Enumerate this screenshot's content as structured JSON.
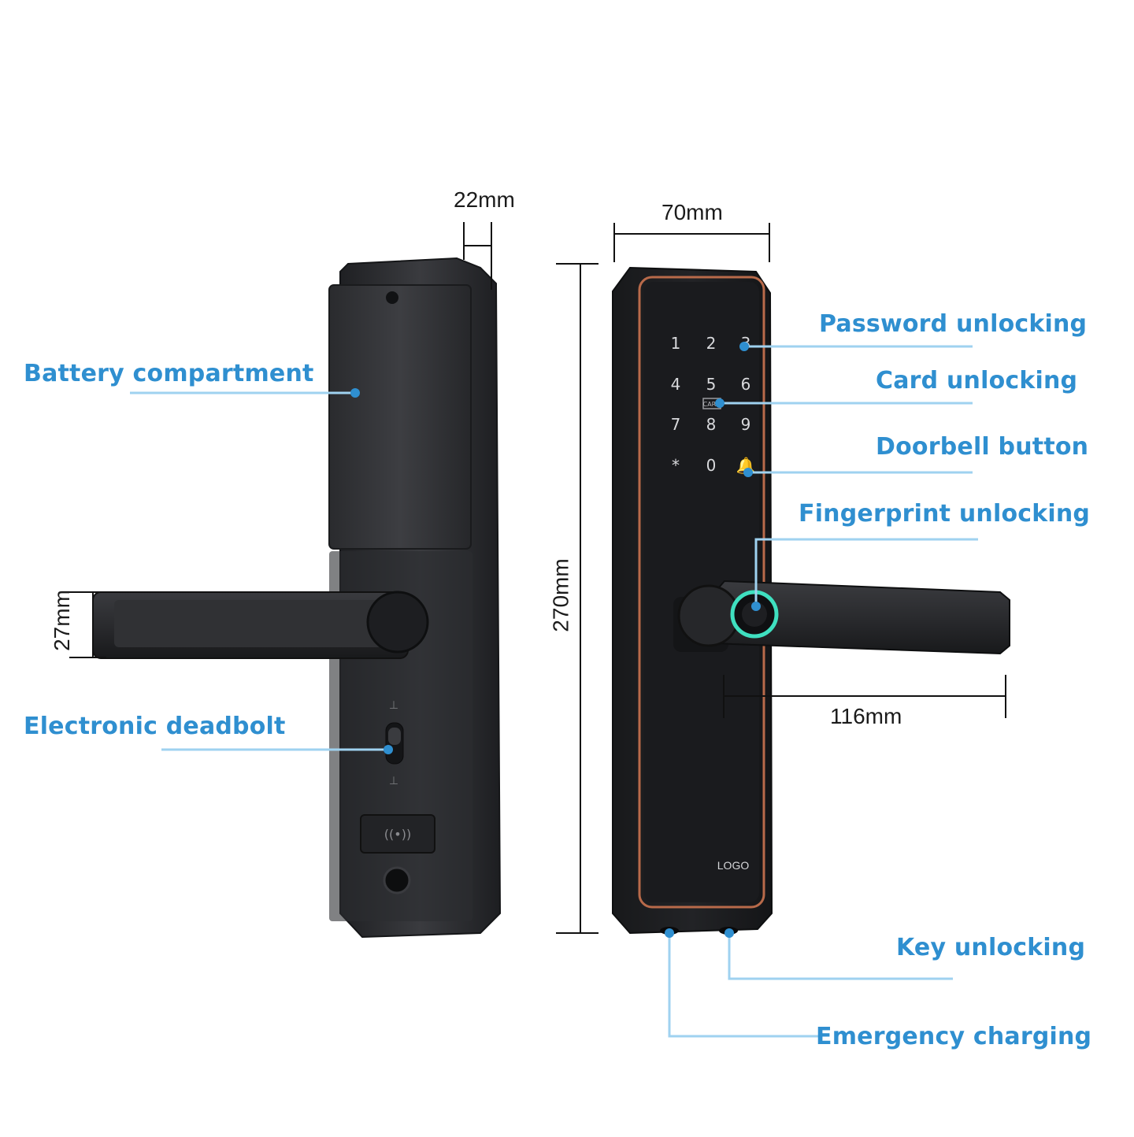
{
  "callouts": {
    "battery": "Battery compartment",
    "deadbolt": "Electronic deadbolt",
    "password": "Password unlocking",
    "card": "Card unlocking",
    "doorbell": "Doorbell button",
    "fingerprint": "Fingerprint unlocking",
    "key": "Key unlocking",
    "charging": "Emergency charging"
  },
  "dimensions": {
    "thickness": "22mm",
    "width": "70mm",
    "height": "270mm",
    "handle_height": "27mm",
    "handle_length": "116mm"
  },
  "keypad": {
    "keys": [
      "1",
      "2",
      "3",
      "4",
      "5",
      "6",
      "7",
      "8",
      "9",
      "*",
      "0",
      "🔔"
    ],
    "card_mark": "CARD"
  },
  "front_logo": "LOGO",
  "colors": {
    "accent": "#2f8fd0",
    "leader_line": "#9fd2f0",
    "body": "#2b2c2f",
    "copper_trim": "#b86a4a",
    "fingerprint_ring": "#3fe0c0"
  }
}
